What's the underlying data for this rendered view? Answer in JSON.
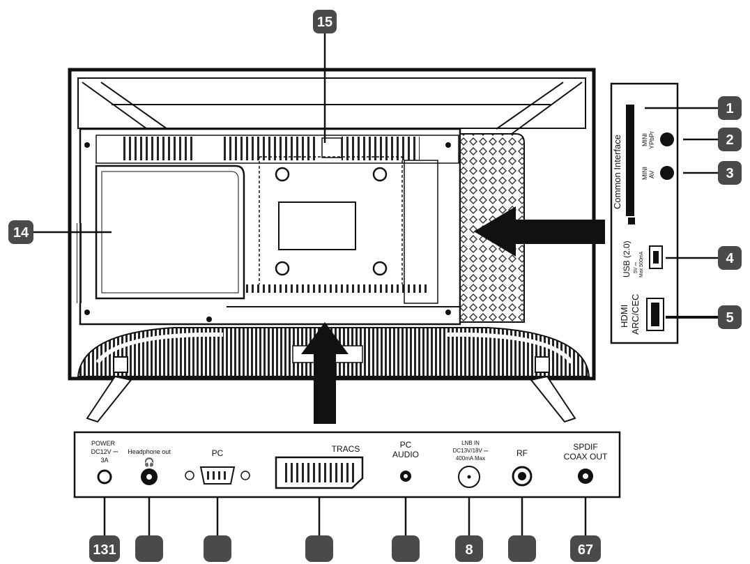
{
  "callouts": {
    "top": "15",
    "left": "14",
    "right": [
      "1",
      "2",
      "3",
      "4",
      "5"
    ],
    "bottom": [
      "131",
      "",
      "",
      "",
      "",
      "8",
      "",
      "67"
    ]
  },
  "side_panel": {
    "common_interface": "Common Interface",
    "mini_ypbpr": [
      "MINI",
      "YPbPr"
    ],
    "mini_av": [
      "MINI",
      "AV"
    ],
    "usb": "USB (2.0)",
    "usb_rating": [
      "5V ⎓",
      "Max 500mA"
    ],
    "hdmi": [
      "HDMI",
      "ARC/CEC"
    ]
  },
  "bottom_panel": {
    "power": [
      "POWER",
      "DC12V ⎓",
      "3A"
    ],
    "headphone": "Headphone out",
    "pc": "PC",
    "tracs": "TRACS",
    "pc_audio": [
      "PC",
      "AUDIO"
    ],
    "lnb": [
      "LNB IN",
      "DC13V/18V ⎓",
      "400mA Max"
    ],
    "rf": "RF",
    "spdif": [
      "SPDIF",
      "COAX OUT"
    ]
  },
  "colors": {
    "badge": "#4a4a4a",
    "line": "#111111"
  }
}
